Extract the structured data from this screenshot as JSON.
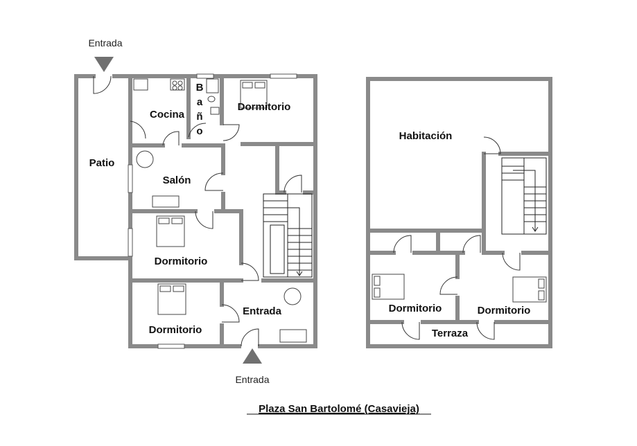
{
  "ground_floor": {
    "rooms": {
      "patio": "Patio",
      "cocina": "Cocina",
      "bano": [
        "B",
        "a",
        "ñ",
        "o"
      ],
      "dormitorio_top": "Dormitorio",
      "salon": "Salón",
      "dormitorio_mid": "Dormitorio",
      "dormitorio_bottom": "Dormitorio",
      "entrada": "Entrada"
    },
    "entrances": {
      "top": "Entrada",
      "bottom": "Entrada"
    }
  },
  "upper_floor": {
    "rooms": {
      "habitacion": "Habitación",
      "dormitorio_left": "Dormitorio",
      "dormitorio_right": "Dormitorio",
      "terraza": "Terraza"
    }
  },
  "caption": "Plaza San Bartolomé (Casavieja)"
}
